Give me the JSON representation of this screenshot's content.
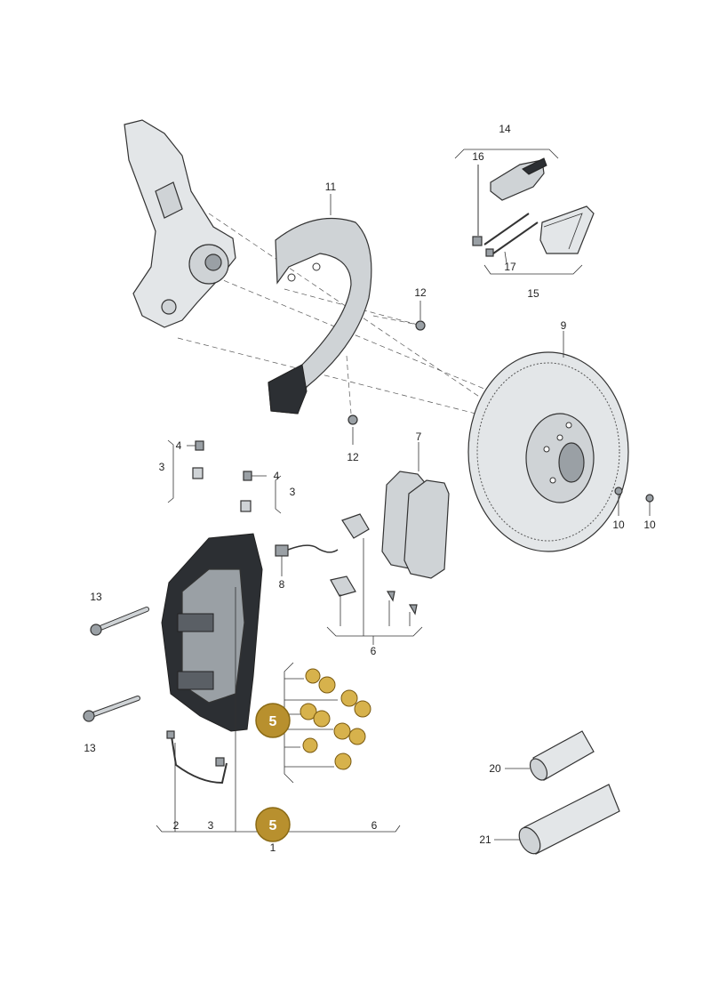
{
  "labels": {
    "steering_knuckle": "",
    "l1": "1",
    "l2": "2",
    "l3_bottom": "3",
    "l3_left": "3",
    "l3_right": "3",
    "l4_left": "4",
    "l4_right": "4",
    "l5_callout_top": "5",
    "l5_callout_bottom": "5",
    "l6_bottom": "6",
    "l6_mid": "6",
    "l7": "7",
    "l8": "8",
    "l9": "9",
    "l10_left": "10",
    "l10_right": "10",
    "l11": "11",
    "l12_top": "12",
    "l12_bottom": "12",
    "l13_top": "13",
    "l13_bottom": "13",
    "l14": "14",
    "l15": "15",
    "l16": "16",
    "l17": "17",
    "l20": "20",
    "l21": "21"
  },
  "colors": {
    "highlight": "#d7b24c",
    "part_gray": "#cfd3d6",
    "part_dark": "#2c2f33"
  }
}
